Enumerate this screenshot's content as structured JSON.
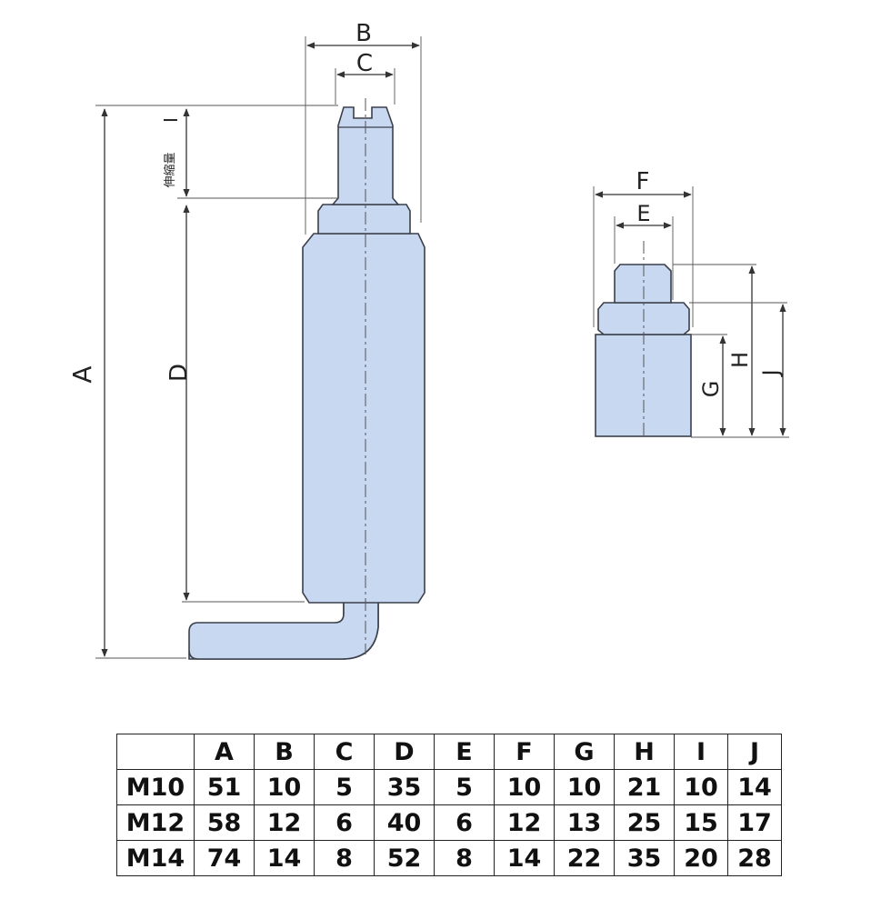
{
  "drawing_labels": {
    "A": "A",
    "B": "B",
    "C": "C",
    "D": "D",
    "I": "I",
    "stroke_label": "伸縮量",
    "E": "E",
    "F": "F",
    "G": "G",
    "H": "H",
    "J": "J"
  },
  "colors": {
    "part_fill": "#c9d8f1",
    "outline": "#3a3f4a",
    "line": "#333333"
  },
  "table": {
    "corner": "",
    "headers": [
      "A",
      "B",
      "C",
      "D",
      "E",
      "F",
      "G",
      "H",
      "I",
      "J"
    ],
    "rows": [
      {
        "size": "M10",
        "values": [
          "51",
          "10",
          "5",
          "35",
          "5",
          "10",
          "10",
          "21",
          "10",
          "14"
        ]
      },
      {
        "size": "M12",
        "values": [
          "58",
          "12",
          "6",
          "40",
          "6",
          "12",
          "13",
          "25",
          "15",
          "17"
        ]
      },
      {
        "size": "M14",
        "values": [
          "74",
          "14",
          "8",
          "52",
          "8",
          "14",
          "22",
          "35",
          "20",
          "28"
        ]
      }
    ]
  }
}
